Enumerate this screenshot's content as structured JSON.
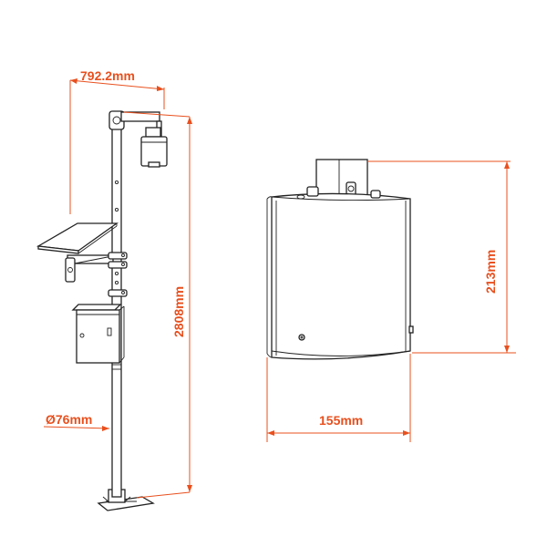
{
  "colors": {
    "dimension": "#e8501e",
    "outline": "#222222",
    "background": "#ffffff"
  },
  "dimensions": {
    "arm_width": "792.2mm",
    "pole_height": "2808mm",
    "pole_diameter": "Ø76mm",
    "sensor_height": "213mm",
    "sensor_width": "155mm"
  }
}
